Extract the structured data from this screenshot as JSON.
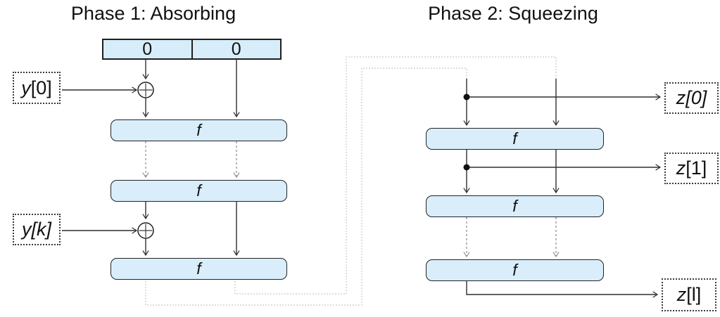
{
  "titles": {
    "phase1": "Phase 1: Absorbing",
    "phase2": "Phase 2: Squeezing"
  },
  "state_register": {
    "cell0": "0",
    "cell1": "0"
  },
  "f_label": "f",
  "inputs": {
    "y0": {
      "name": "y",
      "index": "[0]"
    },
    "yk": {
      "name": "y",
      "index": "[k]"
    }
  },
  "outputs": {
    "z0": {
      "name": "z",
      "index": "[0]"
    },
    "z1": {
      "name": "z",
      "index": "[1]"
    },
    "zl": {
      "name": "z",
      "index": "[l]"
    }
  },
  "icons": {
    "xor": "⊕",
    "junction": "●"
  },
  "colors": {
    "box_fill": "#d9eefa",
    "box_border": "#1f1f1f",
    "solid_line": "#2f2f2f",
    "dashed_line": "#8a8a8a",
    "feedback_line": "#c9c9c9"
  }
}
